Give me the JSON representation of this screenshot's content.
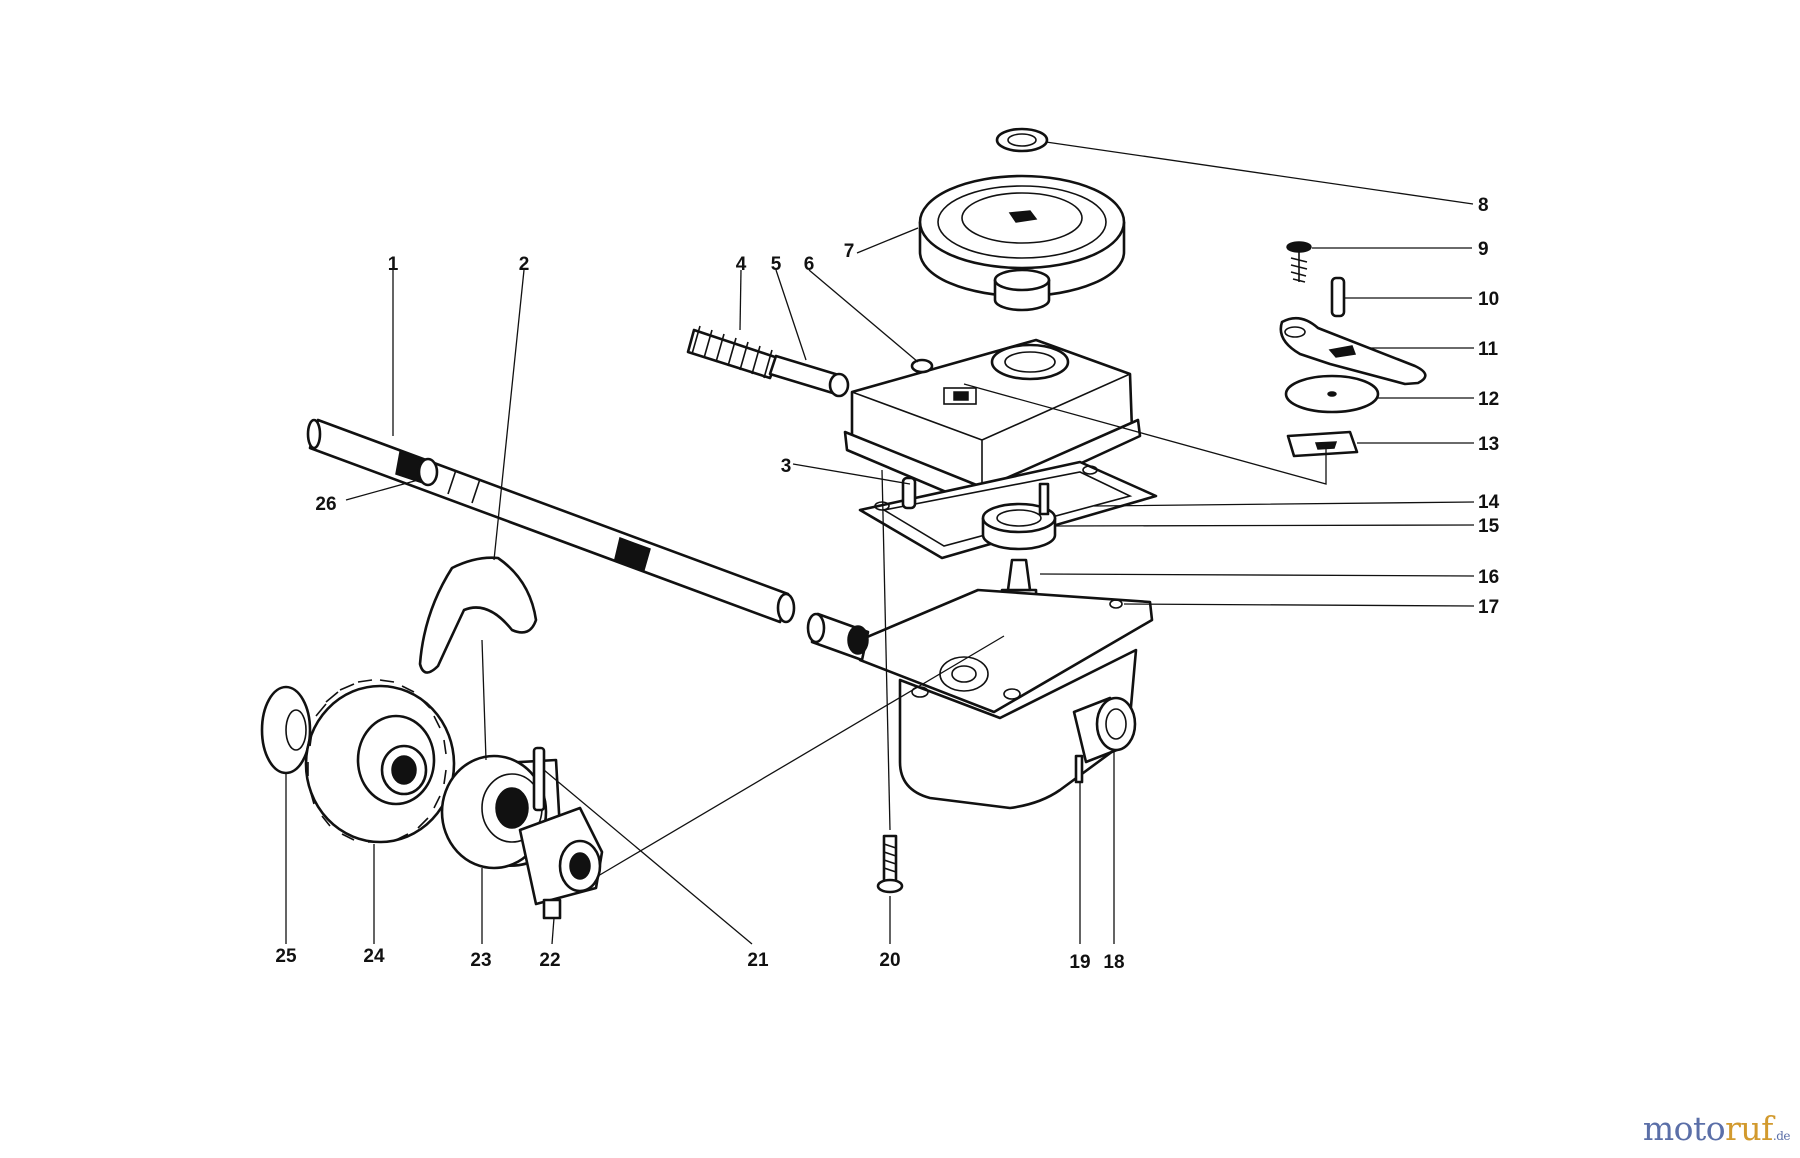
{
  "watermark": {
    "part1": "moto",
    "part2": "ruf",
    "part3": ".de"
  },
  "callouts": [
    {
      "id": "1",
      "label": "1"
    },
    {
      "id": "2",
      "label": "2"
    },
    {
      "id": "3",
      "label": "3"
    },
    {
      "id": "4",
      "label": "4"
    },
    {
      "id": "5",
      "label": "5"
    },
    {
      "id": "6",
      "label": "6"
    },
    {
      "id": "7",
      "label": "7"
    },
    {
      "id": "8",
      "label": "8"
    },
    {
      "id": "9",
      "label": "9"
    },
    {
      "id": "10",
      "label": "10"
    },
    {
      "id": "11",
      "label": "11"
    },
    {
      "id": "12",
      "label": "12"
    },
    {
      "id": "13",
      "label": "13"
    },
    {
      "id": "14",
      "label": "14"
    },
    {
      "id": "15",
      "label": "15"
    },
    {
      "id": "16",
      "label": "16"
    },
    {
      "id": "17",
      "label": "17"
    },
    {
      "id": "18",
      "label": "18"
    },
    {
      "id": "19",
      "label": "19"
    },
    {
      "id": "20",
      "label": "20"
    },
    {
      "id": "21",
      "label": "21"
    },
    {
      "id": "22",
      "label": "22"
    },
    {
      "id": "23",
      "label": "23"
    },
    {
      "id": "24",
      "label": "24"
    },
    {
      "id": "25",
      "label": "25"
    },
    {
      "id": "26",
      "label": "26"
    }
  ]
}
